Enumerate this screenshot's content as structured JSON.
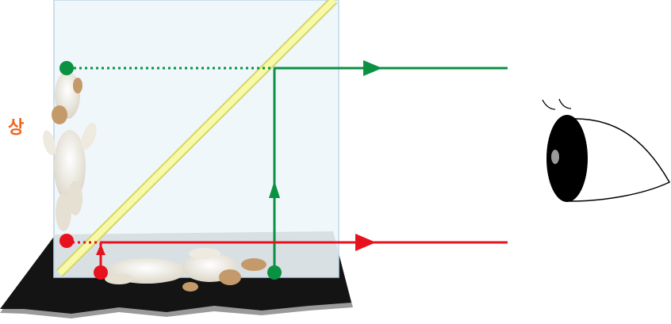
{
  "diagram": {
    "image_label": "상",
    "colors": {
      "label": "#f0641e",
      "green": "#0a9141",
      "red": "#e8121e",
      "mirror_fill": "#eef6fb",
      "mirror_edge": "#bcd7ea",
      "board": "#141414",
      "board_edge": "#9a9a9a",
      "beam": "#f3f59a",
      "beam_edge": "#d4d66a",
      "eye": "#000000",
      "pupil": "#9a9a9a"
    },
    "icons": {
      "dog_upright": "dog-figure-standing",
      "dog_lying": "dog-figure-lying",
      "eye": "eye-icon"
    }
  }
}
